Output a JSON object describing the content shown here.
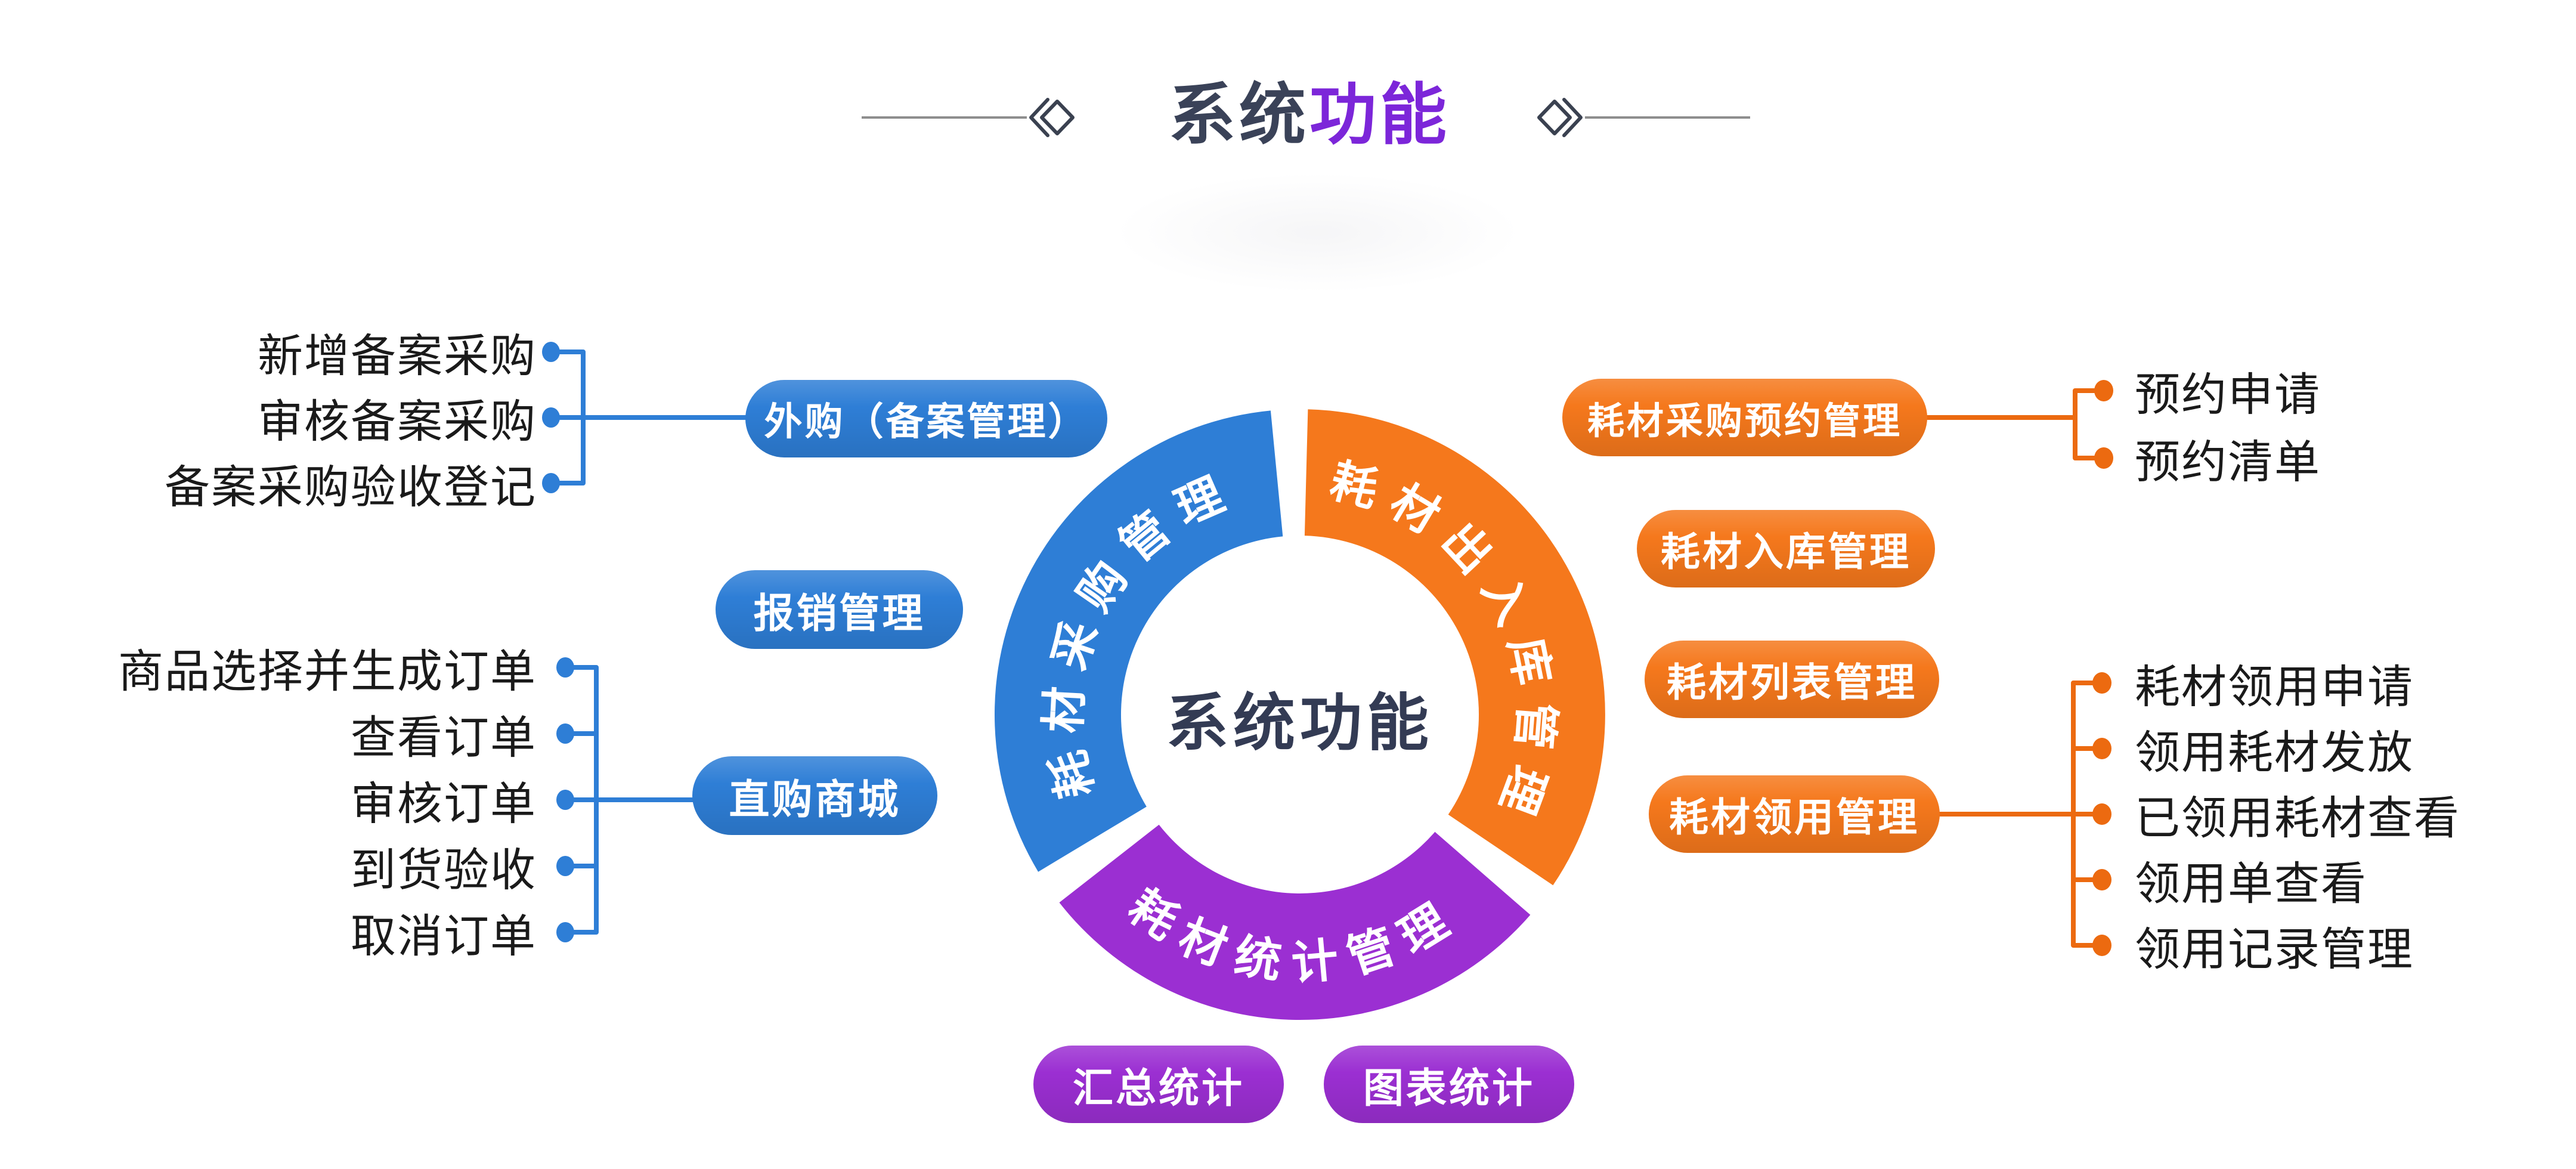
{
  "title": {
    "part1": "系统",
    "part2": "功能"
  },
  "center_label": "系统功能",
  "colors": {
    "blue": "#2E7ED6",
    "orange": "#F5781C",
    "purple": "#9B2FD2",
    "connector_blue": "#2E7ED6",
    "connector_orange": "#EC6A10",
    "title_dark": "#3A4258",
    "title_purple": "#7C26D9",
    "center_text": "#333B54",
    "item_text": "#1A1A1A"
  },
  "donut": {
    "segments": [
      {
        "label": "耗材采购管理",
        "color": "#2E7ED6"
      },
      {
        "label": "耗材出入库管理",
        "color": "#F5781C"
      },
      {
        "label": "耗材统计管理",
        "color": "#9B2FD2"
      }
    ]
  },
  "left": {
    "record": {
      "pill": "外购（备案管理）",
      "items": [
        "新增备案采购",
        "审核备案采购",
        "备案采购验收登记"
      ]
    },
    "reimburse_pill": "报销管理",
    "mall": {
      "pill": "直购商城",
      "items": [
        "商品选择并生成订单",
        "查看订单",
        "审核订单",
        "到货验收",
        "取消订单"
      ]
    }
  },
  "right": {
    "reserve": {
      "pill": "耗材采购预约管理",
      "items": [
        "预约申请",
        "预约清单"
      ]
    },
    "inbound_pill": "耗材入库管理",
    "list_pill": "耗材列表管理",
    "requisition": {
      "pill": "耗材领用管理",
      "items": [
        "耗材领用申请",
        "领用耗材发放",
        "已领用耗材查看",
        "领用单查看",
        "领用记录管理"
      ]
    }
  },
  "bottom": {
    "pills": [
      "汇总统计",
      "图表统计"
    ]
  }
}
